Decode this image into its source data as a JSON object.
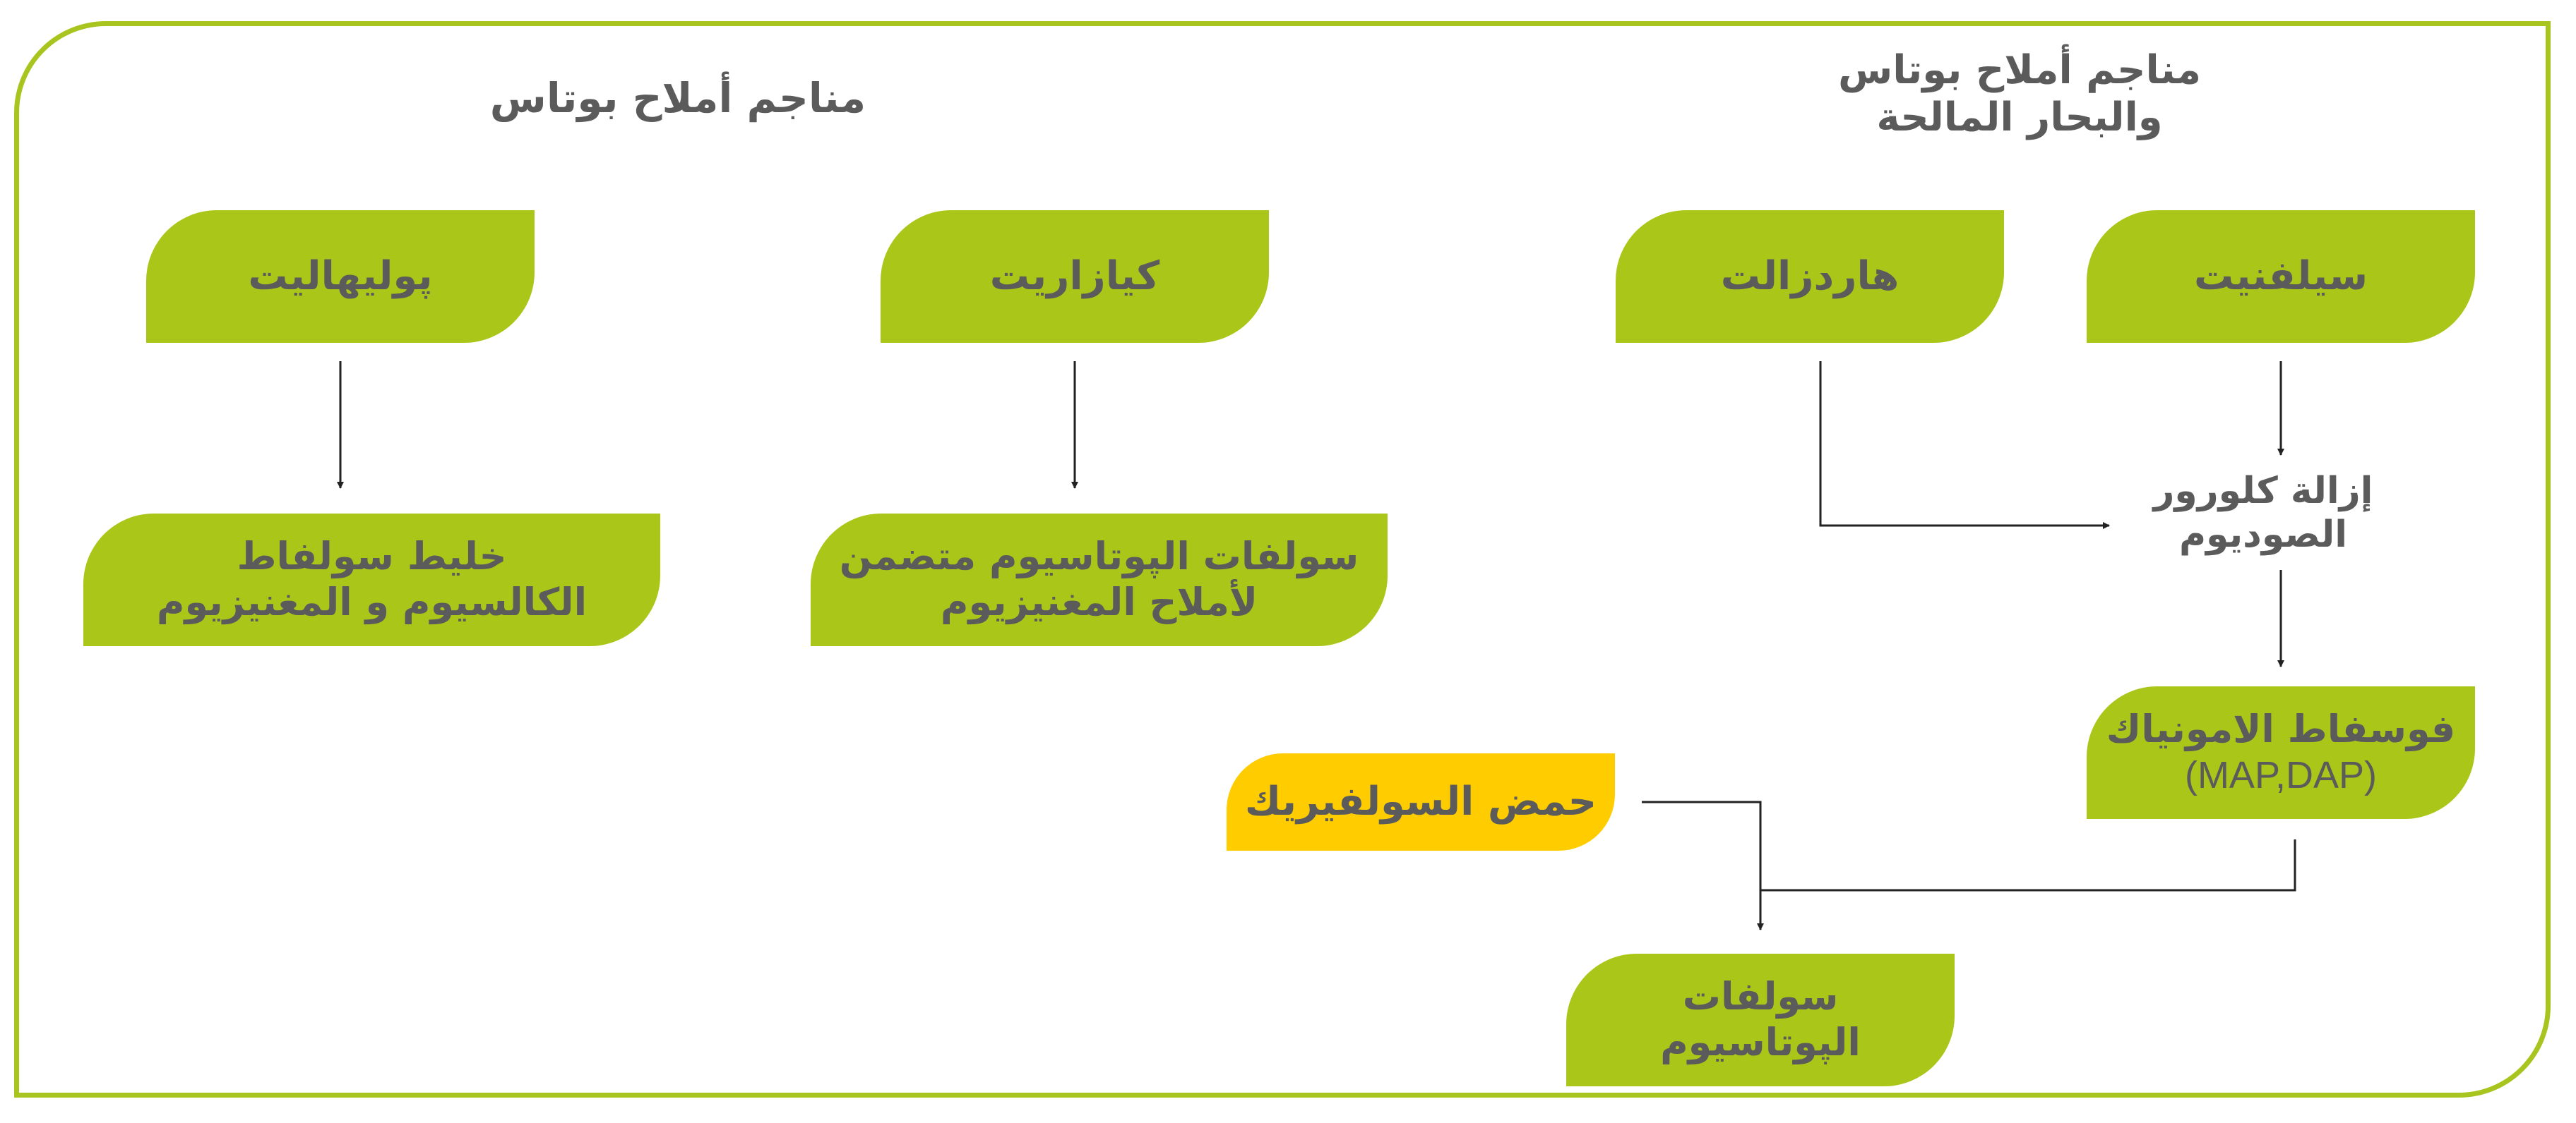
{
  "headings": {
    "right": [
      "مناجم أملاح بوتاس",
      "والبحار المالحة"
    ],
    "left": "مناجم أملاح بوتاس"
  },
  "nodes": {
    "sylvinite": "سيلفنيت",
    "hardsalt": "هاردزالت",
    "kieserite": "كيازاريت",
    "polyhalite": "پوليهاليت",
    "remove_nacl": [
      "إزالة كلورور",
      "الصوديوم"
    ],
    "ammonium_phosphate": [
      "فوسفاط الامونياك",
      "(MAP,DAP)"
    ],
    "sulfuric_acid": "حمض السولفيريك",
    "potassium_sulfate": [
      "سولفات",
      "الپوتاسيوم"
    ],
    "kieserite_product": [
      "سولفات الپوتاسيوم متضمن",
      "لأملاح المغنيزيوم"
    ],
    "polyhalite_product": [
      "خليط سولفاط",
      "الكالسيوم و المغنيزيوم"
    ]
  },
  "colors": {
    "green": "#aac719",
    "yellow": "#ffcc00",
    "border": "#a8c51f",
    "text": "#5b5b5b"
  }
}
